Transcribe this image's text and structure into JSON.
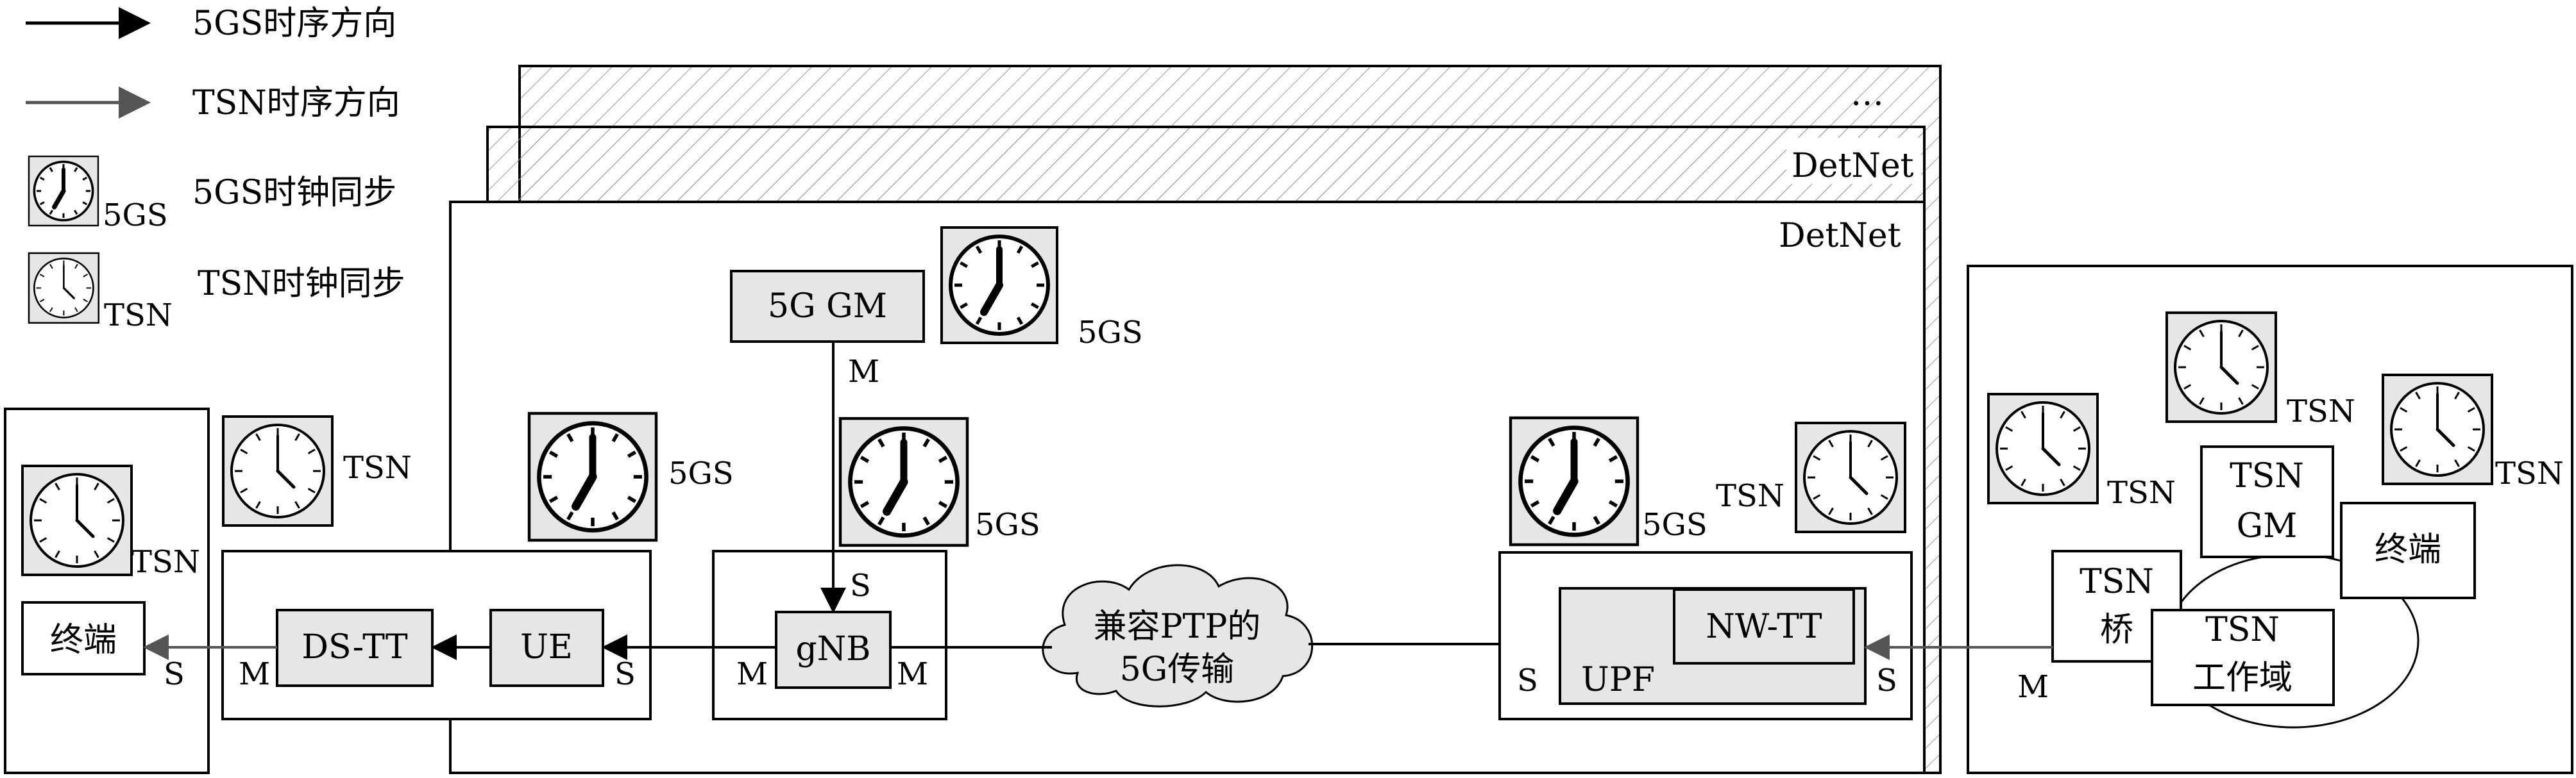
{
  "legend": {
    "g5_timing": "5GS时序方向",
    "tsn_timing": "TSN时序方向",
    "g5_clock": "5GS时钟同步",
    "tsn_clock": "TSN时钟同步",
    "g5_sub": "5GS",
    "tsn_sub": "TSN"
  },
  "detnet": {
    "ellipsis": "…",
    "layer2": "DetNet",
    "layer1": "DetNet"
  },
  "nodes": {
    "gm5g": "5G GM",
    "gnb": "gNB",
    "ue": "UE",
    "dstt": "DS-TT",
    "terminal_left": "终端",
    "upf": "UPF",
    "nwtt": "NW-TT",
    "cloud_line1": "兼容PTP的",
    "cloud_line2": "5G传输",
    "tsn_bridge_line1": "TSN",
    "tsn_bridge_line2": "桥",
    "tsn_gm_line1": "TSN",
    "tsn_gm_line2": "GM",
    "terminal_right": "终端",
    "tsn_domain_line1": "TSN",
    "tsn_domain_line2": "工作域"
  },
  "ports": {
    "m": "M",
    "s": "S"
  },
  "clock_labels": {
    "g5": "5GS",
    "tsn": "TSN"
  },
  "colors": {
    "black_arrow": "#000000",
    "gray_arrow": "#555555",
    "gray_fill": "#e6e6e6"
  }
}
